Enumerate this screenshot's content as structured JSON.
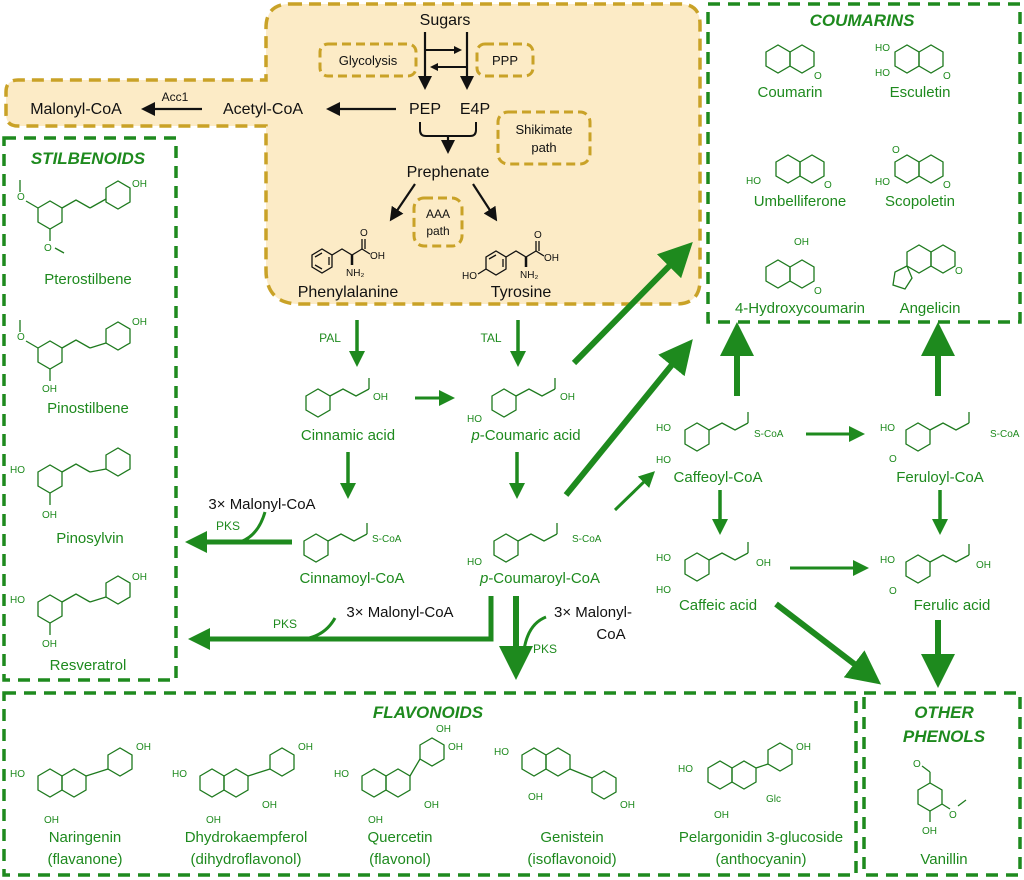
{
  "colors": {
    "green": "#1e8a1e",
    "gold_border": "#c9a227",
    "tan_fill": "#fcebc6",
    "black": "#111111"
  },
  "top_box": {
    "sugars": "Sugars",
    "glycolysis": "Glycolysis",
    "ppp": "PPP",
    "pep": "PEP",
    "e4p": "E4P",
    "acetyl_coa": "Acetyl-CoA",
    "malonyl_coa": "Malonyl-CoA",
    "acc1": "Acc1",
    "shikimate_line1": "Shikimate",
    "shikimate_line2": "path",
    "prephenate": "Prephenate",
    "aaa_line1": "AAA",
    "aaa_line2": "path",
    "phenylalanine": "Phenylalanine",
    "tyrosine": "Tyrosine",
    "nh2": "NH₂",
    "oh": "OH",
    "ho": "HO",
    "o": "O"
  },
  "enzymes": {
    "pal": "PAL",
    "tal": "TAL",
    "pks": "PKS"
  },
  "intermediates": {
    "cinnamic_acid": "Cinnamic acid",
    "p_coumaric_prefix": "p",
    "p_coumaric_rest": "-Coumaric acid",
    "cinnamoyl_coa": "Cinnamoyl-CoA",
    "p_coumaroyl_prefix": "p",
    "p_coumaroyl_rest": "-Coumaroyl-CoA",
    "caffeoyl_coa": "Caffeoyl-CoA",
    "feruloyl_coa": "Feruloyl-CoA",
    "caffeic_acid": "Caffeic acid",
    "ferulic_acid": "Ferulic acid",
    "s_coa": "S-CoA",
    "malonyl_3x": "3× Malonyl-CoA",
    "malonyl_3x_split1": "3× Malonyl-",
    "malonyl_3x_split2": "CoA"
  },
  "stilbenoids": {
    "title": "STILBENOIDS",
    "items": [
      "Pterostilbene",
      "Pinostilbene",
      "Pinosylvin",
      "Resveratrol"
    ]
  },
  "coumarins": {
    "title": "COUMARINS",
    "items": [
      "Coumarin",
      "Esculetin",
      "Umbelliferone",
      "Scopoletin",
      "4-Hydroxycoumarin",
      "Angelicin"
    ]
  },
  "flavonoids": {
    "title": "FLAVONOIDS",
    "items": [
      {
        "name": "Naringenin",
        "class": "(flavanone)"
      },
      {
        "name": "Dhydrokaempferol",
        "class": "(dihydroflavonol)"
      },
      {
        "name": "Quercetin",
        "class": "(flavonol)"
      },
      {
        "name": "Genistein",
        "class": "(isoflavonoid)"
      },
      {
        "name": "Pelargonidin 3-glucoside",
        "class": "(anthocyanin)"
      }
    ],
    "glc": "Glc"
  },
  "other_phenols": {
    "title_line1": "OTHER",
    "title_line2": "PHENOLS",
    "items": [
      "Vanillin"
    ]
  }
}
